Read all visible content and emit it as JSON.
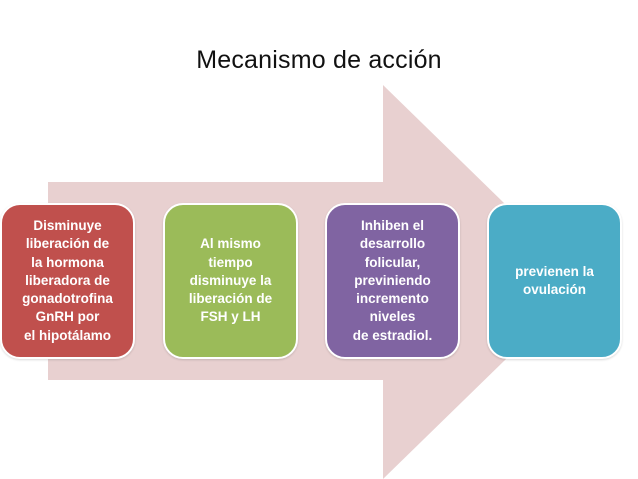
{
  "title": "Mecanismo de acción",
  "arrow_color": "#e8d0d0",
  "steps": [
    {
      "text": "Disminuye\nliberación de\nla hormona\nliberadora de\ngonadotrofina\nGnRH por\nel hipotálamo",
      "color": "#c0504d"
    },
    {
      "text": "Al mismo\ntiempo\ndisminuye la\nliberación de\nFSH y LH",
      "color": "#9bbb59"
    },
    {
      "text": "Inhiben el\ndesarrollo\nfolicular,\npreviniendo\nincremento\nniveles\nde estradiol.",
      "color": "#8064a2"
    },
    {
      "text": "previenen la\novulación",
      "color": "#4bacc6"
    }
  ]
}
